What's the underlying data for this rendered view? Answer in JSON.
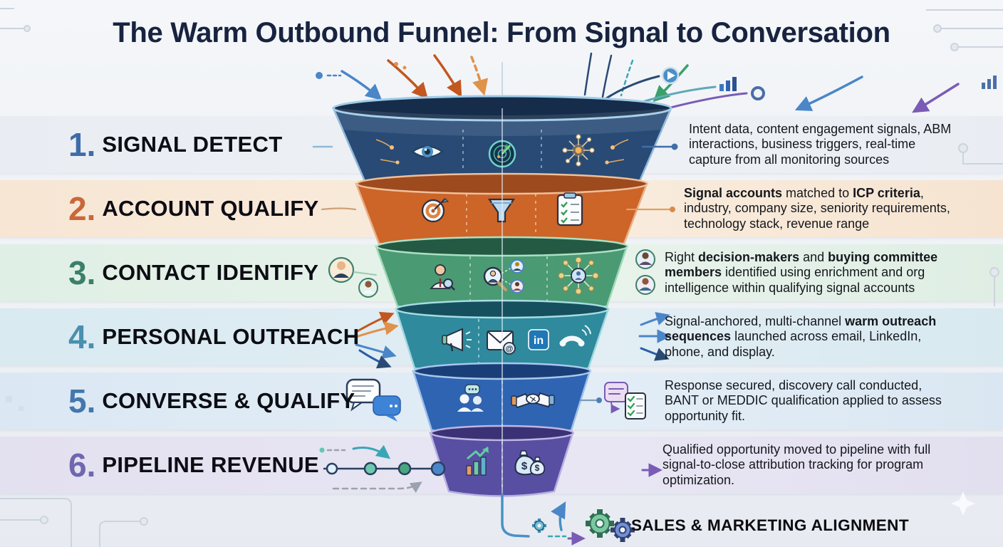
{
  "title": "The Warm Outbound Funnel: From Signal to Conversation",
  "glyphs": {
    "linkedin": "in",
    "at": "@",
    "dollar": "$"
  },
  "stages": [
    {
      "number": "1.",
      "label": "SIGNAL DETECT",
      "icons": [
        "eye-icon",
        "radar-icon",
        "signal-network-icon"
      ],
      "desc": [
        {
          "t": "Intent data, content engagement signals, ABM interactions, business triggers, real-time capture from all monitoring sources"
        }
      ]
    },
    {
      "number": "2.",
      "label": "ACCOUNT QUALIFY",
      "icons": [
        "target-icon",
        "filter-funnel-icon",
        "checklist-icon"
      ],
      "desc": [
        {
          "t": "Signal accounts",
          "b": 1
        },
        {
          "t": " matched to "
        },
        {
          "t": "ICP criteria",
          "b": 1
        },
        {
          "t": ", industry, company size, seniority requirements, technology stack, revenue range"
        }
      ]
    },
    {
      "number": "3.",
      "label": "CONTACT IDENTIFY",
      "icons": [
        "person-search-icon",
        "magnifier-contacts-icon",
        "org-network-icon"
      ],
      "desc": [
        {
          "t": "Right "
        },
        {
          "t": "decision-makers",
          "b": 1
        },
        {
          "t": " and "
        },
        {
          "t": "buying committee members",
          "b": 1
        },
        {
          "t": " identified using enrichment and org intelligence within qualifying signal accounts"
        }
      ]
    },
    {
      "number": "4.",
      "label": "PERSONAL OUTREACH",
      "icons": [
        "megaphone-icon",
        "email-icon",
        "linkedin-icon",
        "phone-icon"
      ],
      "desc": [
        {
          "t": "Signal-anchored, multi-channel "
        },
        {
          "t": "warm outreach sequences",
          "b": 1
        },
        {
          "t": " launched across email, LinkedIn, phone, and display."
        }
      ]
    },
    {
      "number": "5.",
      "label": "CONVERSE & QUALIFY",
      "icons": [
        "chat-people-icon",
        "handshake-icon"
      ],
      "desc": [
        {
          "t": "Response secured, discovery call conducted, BANT or MEDDIC qualification applied to assess opportunity fit."
        }
      ]
    },
    {
      "number": "6.",
      "label": "PIPELINE REVENUE",
      "icons": [
        "growth-chart-icon",
        "money-bags-icon"
      ],
      "desc": [
        {
          "t": "Qualified opportunity moved to pipeline with full signal-to-close attribution tracking for program optimization."
        }
      ]
    }
  ],
  "footer": {
    "label": "SALES & MARKETING ALIGNMENT",
    "icon": "gears-icon"
  },
  "decor_icons": [
    "play-icon",
    "bar-chart-icon",
    "ring-icon",
    "sparkle-icon",
    "circuit-traces"
  ],
  "colors": {
    "title": "#17233f",
    "stage_accents": [
      "#3e6ca8",
      "#c8683a",
      "#3c7f6b",
      "#4a8fae",
      "#4377ad",
      "#6f67ae"
    ],
    "segment_colors": [
      "#284a75",
      "#cd6428",
      "#4a9a74",
      "#2e8a9c",
      "#2f64b2",
      "#584fa2"
    ],
    "segment_dark": [
      "#152c4a",
      "#9c4a1e",
      "#245a44",
      "#16505e",
      "#1a3f78",
      "#3a3274"
    ],
    "band_colors": [
      "#e9edf3",
      "#f7e6d4",
      "#e0efe5",
      "#d9eaf1",
      "#dbe8f3",
      "#e3e0f0"
    ]
  }
}
